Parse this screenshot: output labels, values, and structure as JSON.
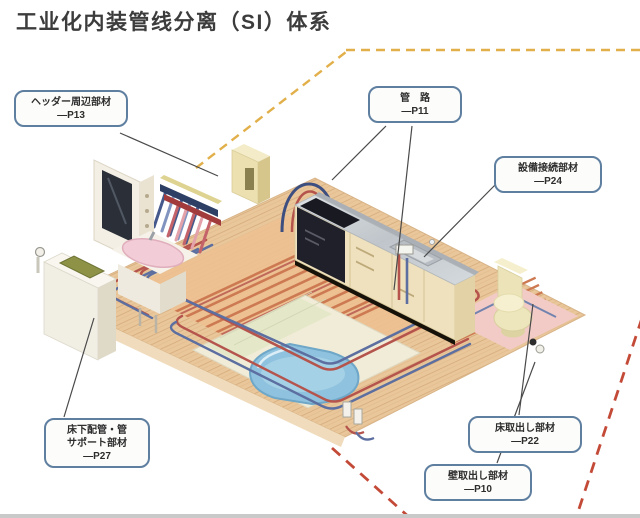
{
  "title": "工业化内装管线分离（SI）体系",
  "callouts": {
    "header_parts": {
      "line1": "ヘッダー周辺部材",
      "page": "—P13"
    },
    "pipe_route": {
      "line1": "管　路",
      "page": "—P11"
    },
    "equipment": {
      "line1": "設備接続部材",
      "page": "—P24"
    },
    "support": {
      "line1": "床下配管・管",
      "line2": "サポート部材",
      "page": "—P27"
    },
    "floor_outlet": {
      "line1": "床取出し部材",
      "page": "—P22"
    },
    "wall_outlet": {
      "line1": "壁取出し部材",
      "page": "—P10"
    }
  },
  "colors": {
    "boundary_yellow": "#e2b04a",
    "boundary_red": "#c44a38",
    "pipe_blue": "#5c6fa0",
    "pipe_red": "#b5544c",
    "floor_wood": "#e9c79b",
    "callout_border": "#5f7fa0",
    "title_text": "#3c3c3c"
  },
  "diagram": {
    "parts": [
      "header-manifold",
      "water-heater",
      "pipe-loops",
      "floor-heating",
      "kitchen-counter",
      "kitchen-sink",
      "vanity-mirror",
      "wash-basin",
      "washing-machine",
      "bathtub",
      "toilet",
      "toilet-mat"
    ]
  }
}
